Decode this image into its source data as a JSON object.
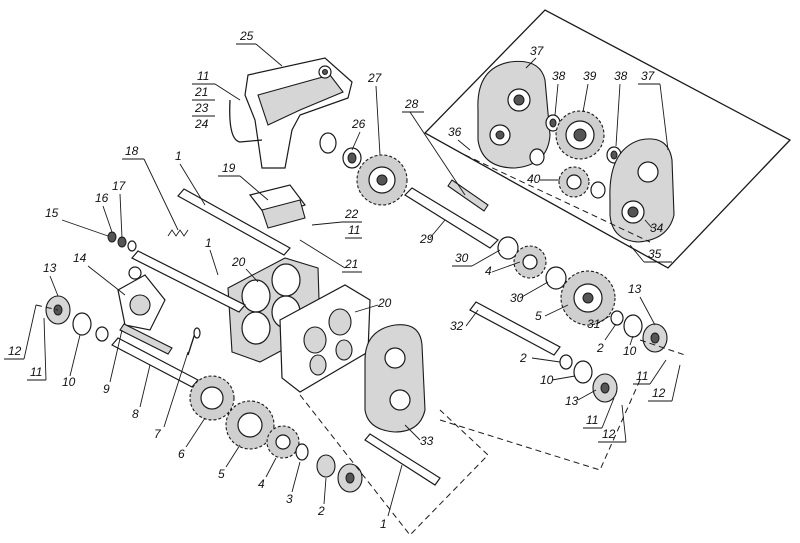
{
  "labels": [
    "1",
    "1",
    "1",
    "2",
    "2",
    "2",
    "3",
    "4",
    "4",
    "5",
    "5",
    "6",
    "7",
    "8",
    "9",
    "10",
    "10",
    "10",
    "11",
    "11",
    "11",
    "11",
    "11",
    "12",
    "12",
    "12",
    "13",
    "13",
    "13",
    "14",
    "15",
    "16",
    "17",
    "18",
    "19",
    "20",
    "20",
    "21",
    "21",
    "22",
    "23",
    "24",
    "25",
    "26",
    "27",
    "28",
    "29",
    "30",
    "30",
    "31",
    "32",
    "33",
    "34",
    "35",
    "36",
    "37",
    "37",
    "38",
    "38",
    "39",
    "40"
  ]
}
